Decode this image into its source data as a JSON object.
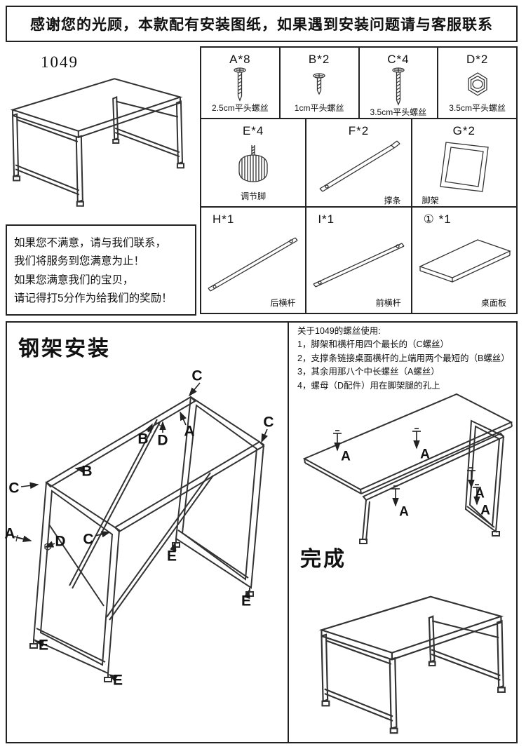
{
  "banner": {
    "text": "感谢您的光顾，本款配有安装图纸，如果遇到安装问题请与客服联系"
  },
  "model": "1049",
  "notice_lines": [
    "如果您不满意，请与我们联系，",
    "我们将服务到您满意为止！",
    "如果您满意我们的宝贝，",
    "请记得打5分作为给我们的奖励！"
  ],
  "parts": [
    {
      "label": "A*8",
      "caption": "2.5cm平头螺丝",
      "icon": "screw-medium-icon"
    },
    {
      "label": "B*2",
      "caption": "1cm平头螺丝",
      "icon": "screw-short-icon"
    },
    {
      "label": "C*4",
      "caption": "3.5cm平头螺丝",
      "icon": "screw-long-icon"
    },
    {
      "label": "D*2",
      "caption": "3.5cm平头螺丝",
      "icon": "nut-icon"
    },
    {
      "label": "E*4",
      "caption": "调节脚",
      "icon": "adjustable-foot-icon"
    },
    {
      "label": "F*2",
      "caption": "撑条",
      "icon": "support-bar-icon"
    },
    {
      "label": "G*2",
      "caption": "脚架",
      "icon": "leg-frame-icon"
    },
    {
      "label": "H*1",
      "caption": "后横杆",
      "icon": "rear-crossbar-icon"
    },
    {
      "label": "I*1",
      "caption": "前横杆",
      "icon": "front-crossbar-icon"
    },
    {
      "label": "① *1",
      "caption": "桌面板",
      "icon": "desktop-panel-icon"
    }
  ],
  "sections": {
    "frame_title": "钢架安装",
    "done_title": "完成"
  },
  "instructions": {
    "title": "关于1049的螺丝使用:",
    "items": [
      "1，脚架和横杆用四个最长的（C螺丝）",
      "2，支撑条链接桌面横杆的上端用两个最短的（B螺丝）",
      "3，其余用那八个中长螺丝（A螺丝）",
      "4，螺母（D配件）用在脚架腿的孔上"
    ]
  },
  "frame_labels": [
    "C",
    "C",
    "B",
    "D",
    "A",
    "B",
    "C",
    "A",
    "D",
    "C",
    "E",
    "E",
    "E",
    "E"
  ],
  "top_labels": [
    "A",
    "A",
    "A",
    "A",
    "A"
  ]
}
